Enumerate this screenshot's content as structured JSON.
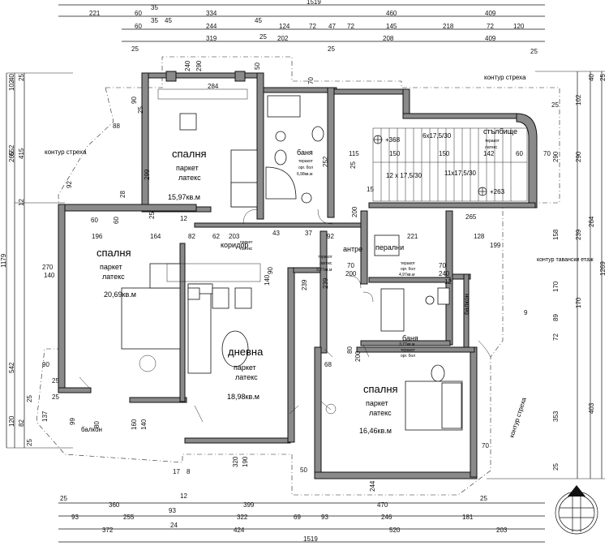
{
  "rooms": {
    "bedroom_top": {
      "name": "спалня",
      "floor": "паркет",
      "floor2": "латекс",
      "area": "15,97кв.м"
    },
    "bedroom_left": {
      "name": "спалня",
      "floor": "паркет",
      "floor2": "латекс",
      "area": "20,69кв.м"
    },
    "living": {
      "name": "дневна",
      "floor": "паркет",
      "floor2": "латекс",
      "area": "18,98кв.м"
    },
    "bedroom_right": {
      "name": "спалня",
      "floor": "паркет",
      "floor2": "латекс",
      "area": "16,46кв.м"
    },
    "bath_top": {
      "name": "баня",
      "floor": "теракот",
      "floor2": "орг. бол",
      "area": "6,98кв.м"
    },
    "bath_small": {
      "name": "баня",
      "floor": "теракот",
      "floor2": "орг. бол",
      "area": "3,77кв.м"
    },
    "laundry": {
      "name": "перални",
      "floor": "теракот",
      "floor2": "орг. бол",
      "area": "4,97кв.м"
    },
    "entry": {
      "name": "антре",
      "floor": "теракот",
      "floor2": "латекс",
      "area": "3,27кв.м"
    },
    "corridor": {
      "name": "коридор",
      "floor": "паркет",
      "floor2": "латекс"
    },
    "stairwell": {
      "name": "стълбище",
      "floor": "теракот",
      "floor2": "латекс"
    }
  },
  "labels": {
    "roof_top": "контур стреха",
    "roof_left": "контур стреха",
    "roof_right": "контур стреха",
    "attic": "контур таванcки етаж",
    "balcony_left": "балкон",
    "balcony_right": "балкон",
    "level_368": "+368",
    "level_263": "+263",
    "stair_1": "6x17,5/30",
    "stair_2": "12 x 17,5/30",
    "stair_3": "11x17,5/30"
  },
  "dims_top": {
    "row1": [
      "221",
      "60",
      "35",
      "334",
      "460",
      "409"
    ],
    "row1b": [
      "35",
      "45",
      "45"
    ],
    "row2": [
      "60",
      "244",
      "124",
      "72",
      "47",
      "72",
      "145",
      "218",
      "72",
      "120"
    ],
    "row3": [
      "25",
      "319",
      "25",
      "202",
      "208",
      "409"
    ],
    "row4": [
      "25",
      "25",
      "25"
    ],
    "total": "1519"
  },
  "dims_bottom": {
    "row1": [
      "25",
      "360",
      "12",
      "399",
      "470",
      "25"
    ],
    "row2": [
      "93",
      "255",
      "93",
      "322",
      "69",
      "93",
      "246",
      "181"
    ],
    "row2b": [
      "24"
    ],
    "row3": [
      "372",
      "424",
      "520",
      "203"
    ],
    "total": "1519"
  },
  "dims_left": {
    "outer": [
      "1179",
      "652",
      "542"
    ],
    "mid": [
      "415",
      "102",
      "265",
      "40",
      "25",
      "12",
      "92",
      "270",
      "140"
    ],
    "low": [
      "120",
      "82",
      "25",
      "137",
      "25",
      "99"
    ]
  },
  "dims_right": {
    "outer": [
      "1269",
      "264",
      "403"
    ],
    "mid": [
      "102",
      "290",
      "290",
      "239",
      "158",
      "170",
      "89",
      "72",
      "170",
      "353"
    ],
    "top": [
      "40",
      "25"
    ],
    "bottom": [
      "25"
    ]
  },
  "inner_dims": [
    "284",
    "240",
    "290",
    "70",
    "50",
    "90",
    "25",
    "88",
    "299",
    "28",
    "60",
    "25",
    "196",
    "164",
    "12",
    "82",
    "203",
    "43",
    "37",
    "92",
    "221",
    "128",
    "199",
    "265",
    "115",
    "150",
    "150",
    "142",
    "60",
    "70",
    "252",
    "15",
    "25",
    "239",
    "90",
    "70",
    "200",
    "80",
    "160",
    "140",
    "320",
    "190",
    "90",
    "60",
    "25",
    "244",
    "70",
    "50",
    "17",
    "8",
    "68",
    "80",
    "200",
    "240",
    "70",
    "12",
    "9",
    "62",
    "140",
    "200",
    "25",
    "239"
  ]
}
